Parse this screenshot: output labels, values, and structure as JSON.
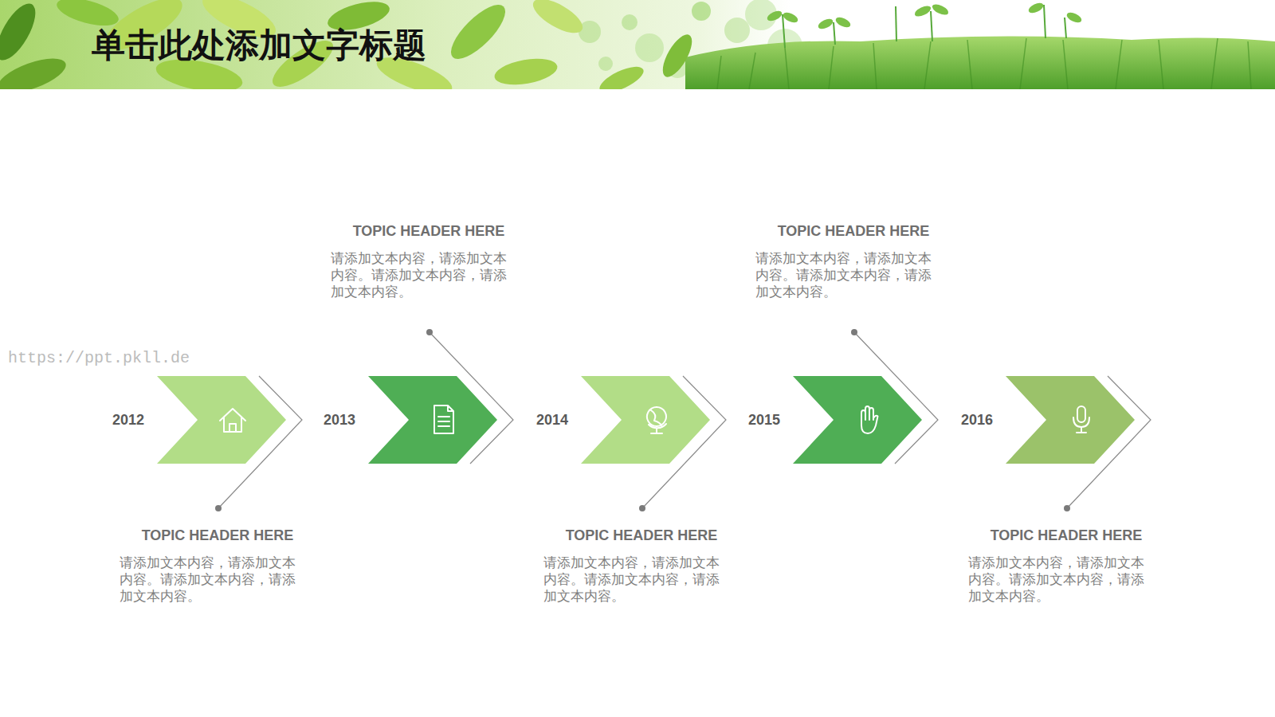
{
  "diagram": {
    "title": "单击此处添加文字标题",
    "nodes": [
      {
        "text": [
          "2012"
        ]
      },
      {
        "text": [
          "2013"
        ]
      },
      {
        "text": [
          "2014"
        ]
      },
      {
        "text": [
          "2015"
        ]
      },
      {
        "text": [
          "2016"
        ]
      }
    ],
    "labels": [
      "TOPIC HEADER HERE",
      "请添加文本内容，请添加文本 内容。请添加文本内容，请添 加文本内容。",
      "TOPIC HEADER HERE",
      "请添加文本内容，请添加文本 内容。请添加文本内容，请添 加文本内容。",
      "TOPIC HEADER HERE",
      "请添加文本内容，请添加文本 内容。请添加文本内容，请添 加文本内容。",
      "TOPIC HEADER HERE",
      "请添加文本内容，请添加文本 内容。请添加文本内容，请添 加文本内容。",
      "TOPIC HEADER HERE",
      "请添加文本内容，请添加文本 内容。请添加文本内容，请添 加文本内容。",
      "https://ppt.pkll.de"
    ]
  }
}
